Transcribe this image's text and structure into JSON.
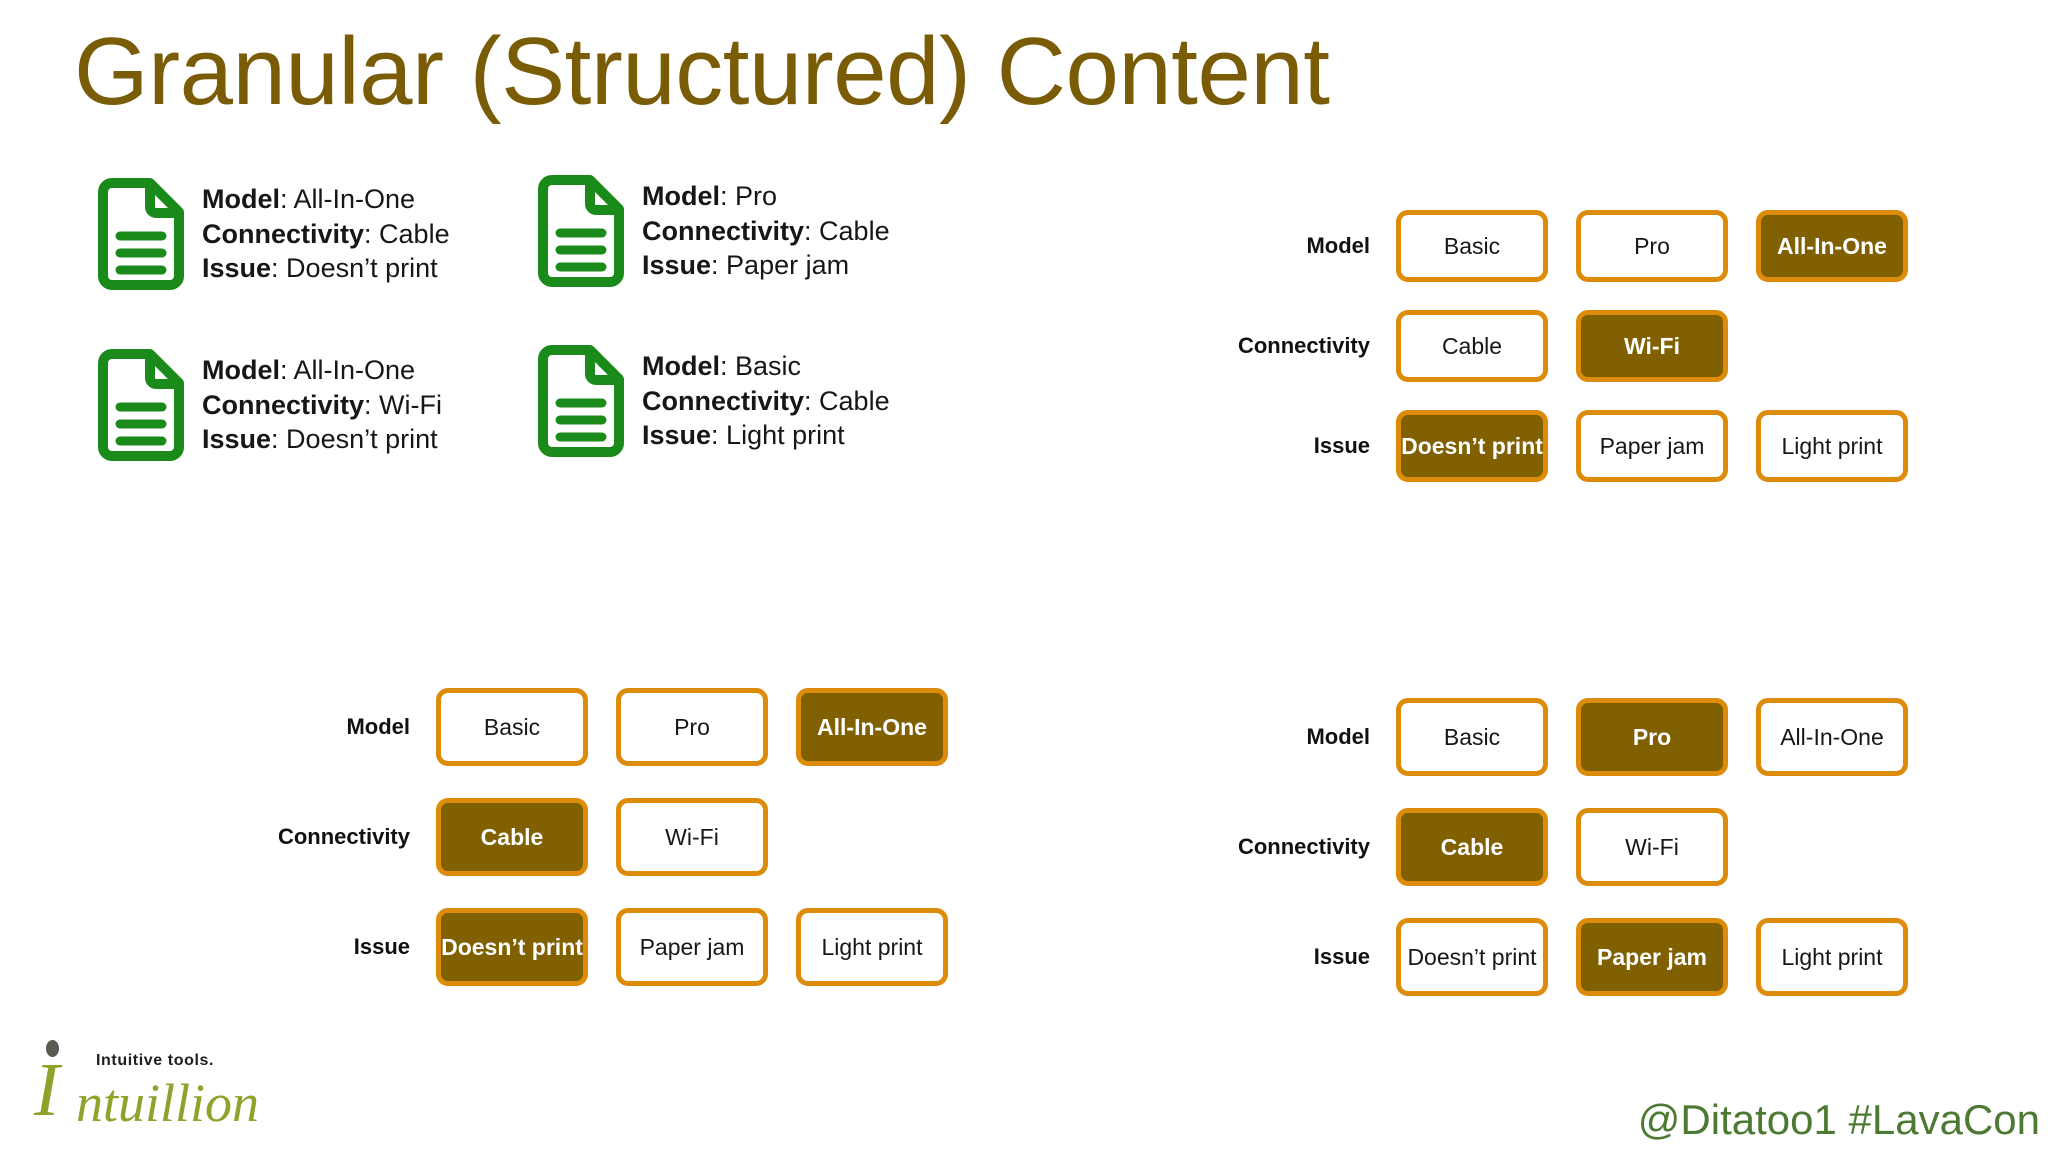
{
  "slide": {
    "title": "Granular (Structured) Content",
    "title_color": "#7A5C06",
    "background": "#ffffff"
  },
  "theme": {
    "pill_border": "#DD8B0A",
    "pill_selected_bg": "#806000",
    "pill_selected_text": "#ffffff",
    "doc_icon_color": "#1A8A1A",
    "logo_color": "#8DA32B",
    "footer_color": "#4C7A33"
  },
  "documents": [
    {
      "icon": "document-icon",
      "fields": [
        {
          "label": "Model",
          "value": "All-In-One"
        },
        {
          "label": "Connectivity",
          "value": "Cable"
        },
        {
          "label": "Issue",
          "value": "Doesn’t print"
        }
      ]
    },
    {
      "icon": "document-icon",
      "fields": [
        {
          "label": "Model",
          "value": "Pro"
        },
        {
          "label": "Connectivity",
          "value": "Cable"
        },
        {
          "label": "Issue",
          "value": "Paper jam"
        }
      ]
    },
    {
      "icon": "document-icon",
      "fields": [
        {
          "label": "Model",
          "value": "All-In-One"
        },
        {
          "label": "Connectivity",
          "value": "Wi-Fi"
        },
        {
          "label": "Issue",
          "value": "Doesn’t print"
        }
      ]
    },
    {
      "icon": "document-icon",
      "fields": [
        {
          "label": "Model",
          "value": "Basic"
        },
        {
          "label": "Connectivity",
          "value": "Cable"
        },
        {
          "label": "Issue",
          "value": "Light print"
        }
      ]
    }
  ],
  "facet_groups": [
    {
      "id": "top-right",
      "rows": [
        {
          "label": "Model",
          "options": [
            {
              "text": "Basic",
              "selected": false
            },
            {
              "text": "Pro",
              "selected": false
            },
            {
              "text": "All-In-One",
              "selected": true
            }
          ]
        },
        {
          "label": "Connectivity",
          "options": [
            {
              "text": "Cable",
              "selected": false
            },
            {
              "text": "Wi-Fi",
              "selected": true
            }
          ]
        },
        {
          "label": "Issue",
          "options": [
            {
              "text": "Doesn’t print",
              "selected": true
            },
            {
              "text": "Paper jam",
              "selected": false
            },
            {
              "text": "Light print",
              "selected": false
            }
          ]
        }
      ]
    },
    {
      "id": "bottom-left",
      "rows": [
        {
          "label": "Model",
          "options": [
            {
              "text": "Basic",
              "selected": false
            },
            {
              "text": "Pro",
              "selected": false
            },
            {
              "text": "All-In-One",
              "selected": true
            }
          ]
        },
        {
          "label": "Connectivity",
          "options": [
            {
              "text": "Cable",
              "selected": true
            },
            {
              "text": "Wi-Fi",
              "selected": false
            }
          ]
        },
        {
          "label": "Issue",
          "options": [
            {
              "text": "Doesn’t print",
              "selected": true
            },
            {
              "text": "Paper jam",
              "selected": false
            },
            {
              "text": "Light print",
              "selected": false
            }
          ]
        }
      ]
    },
    {
      "id": "bottom-right",
      "rows": [
        {
          "label": "Model",
          "options": [
            {
              "text": "Basic",
              "selected": false
            },
            {
              "text": "Pro",
              "selected": true
            },
            {
              "text": "All-In-One",
              "selected": false
            }
          ]
        },
        {
          "label": "Connectivity",
          "options": [
            {
              "text": "Cable",
              "selected": true
            },
            {
              "text": "Wi-Fi",
              "selected": false
            }
          ]
        },
        {
          "label": "Issue",
          "options": [
            {
              "text": "Doesn’t print",
              "selected": false
            },
            {
              "text": "Paper jam",
              "selected": true
            },
            {
              "text": "Light print",
              "selected": false
            }
          ]
        }
      ]
    }
  ],
  "logo": {
    "initial": "I",
    "word": "ntuillion",
    "tagline": "Intuitive tools."
  },
  "footer": {
    "handle": "@Ditatoo1 #LavaCon"
  }
}
